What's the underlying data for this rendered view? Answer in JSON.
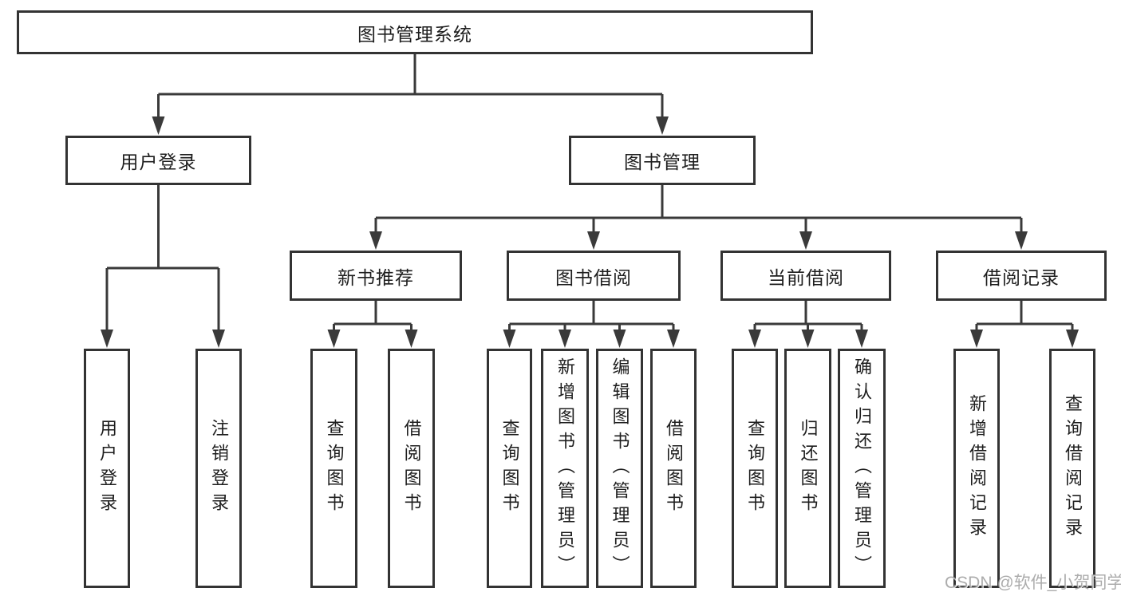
{
  "tree": {
    "label": "图书管理系统",
    "children": [
      {
        "label": "用户登录",
        "children": [
          {
            "label": "用户登录"
          },
          {
            "label": "注销登录"
          }
        ]
      },
      {
        "label": "图书管理",
        "children": [
          {
            "label": "新书推荐",
            "children": [
              {
                "label": "查询图书"
              },
              {
                "label": "借阅图书"
              }
            ]
          },
          {
            "label": "图书借阅",
            "children": [
              {
                "label": "查询图书"
              },
              {
                "label": "新增图书（管理员）"
              },
              {
                "label": "编辑图书（管理员）"
              },
              {
                "label": "借阅图书"
              }
            ]
          },
          {
            "label": "当前借阅",
            "children": [
              {
                "label": "查询图书"
              },
              {
                "label": "归还图书"
              },
              {
                "label": "确认归还（管理员）"
              }
            ]
          },
          {
            "label": "借阅记录",
            "children": [
              {
                "label": "新增借阅记录"
              },
              {
                "label": "查询借阅记录"
              }
            ]
          }
        ]
      }
    ]
  },
  "watermark": "CSDN @软件_小贺同学",
  "colors": {
    "line": "#3a3a3a",
    "border": "#333333",
    "text": "#1e1e1e",
    "watermark": "#9e9e9e"
  }
}
